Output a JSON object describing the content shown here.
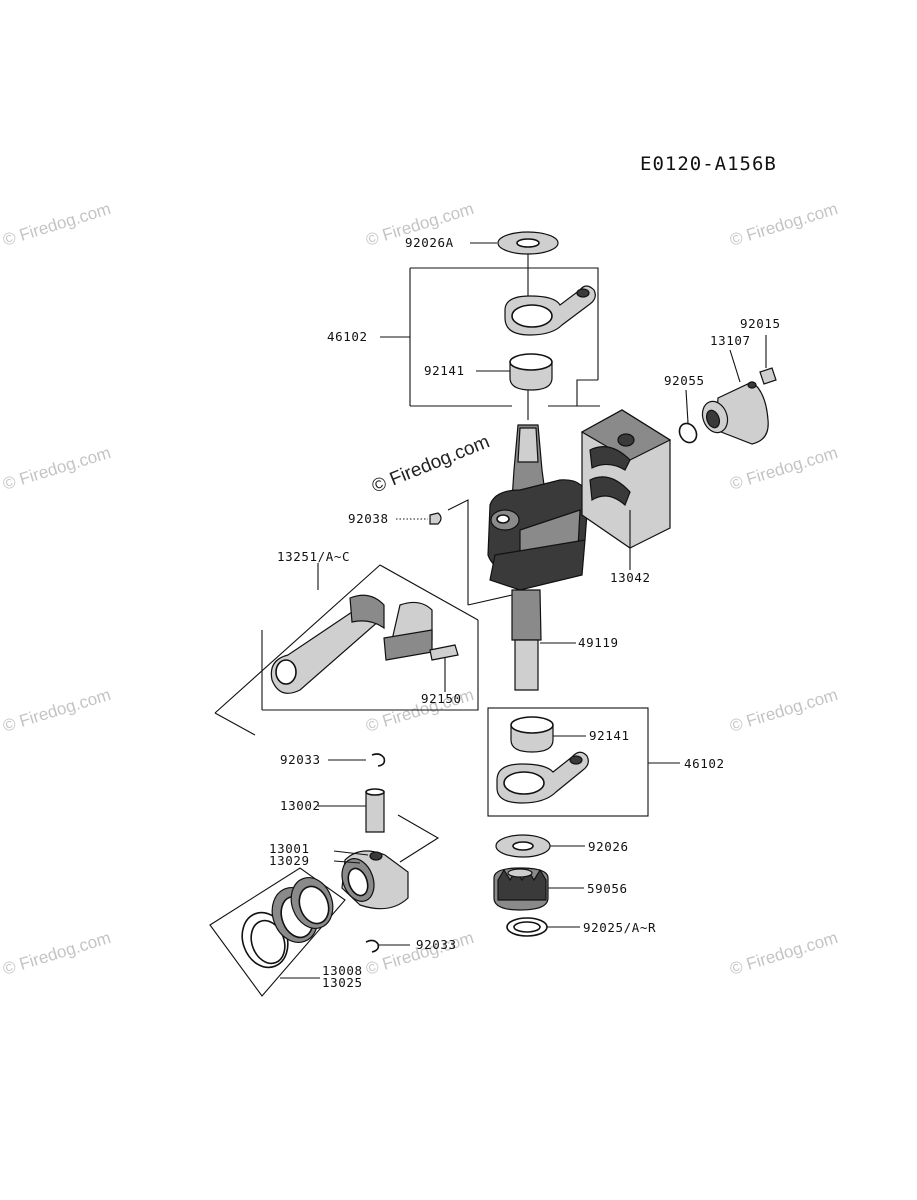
{
  "diagram": {
    "code": "E0120-A156B",
    "watermark": "© Firedog.com",
    "watermark_main": "© Firedog.com",
    "parts": [
      {
        "id": "lbl-92026a",
        "label": "92026A"
      },
      {
        "id": "lbl-46102-top",
        "label": "46102"
      },
      {
        "id": "lbl-92141-top",
        "label": "92141"
      },
      {
        "id": "lbl-92015",
        "label": "92015"
      },
      {
        "id": "lbl-13107",
        "label": "13107"
      },
      {
        "id": "lbl-92055",
        "label": "92055"
      },
      {
        "id": "lbl-92038",
        "label": "92038"
      },
      {
        "id": "lbl-13042",
        "label": "13042"
      },
      {
        "id": "lbl-13251",
        "label": "13251/A~C"
      },
      {
        "id": "lbl-49119",
        "label": "49119"
      },
      {
        "id": "lbl-92150",
        "label": "92150"
      },
      {
        "id": "lbl-92141-bot",
        "label": "92141"
      },
      {
        "id": "lbl-46102-bot",
        "label": "46102"
      },
      {
        "id": "lbl-92033-top",
        "label": "92033"
      },
      {
        "id": "lbl-13002",
        "label": "13002"
      },
      {
        "id": "lbl-92026",
        "label": "92026"
      },
      {
        "id": "lbl-13001",
        "label": "13001"
      },
      {
        "id": "lbl-13029",
        "label": "13029"
      },
      {
        "id": "lbl-59056",
        "label": "59056"
      },
      {
        "id": "lbl-92025",
        "label": "92025/A~R"
      },
      {
        "id": "lbl-92033-bot",
        "label": "92033"
      },
      {
        "id": "lbl-13008",
        "label": "13008"
      },
      {
        "id": "lbl-13025",
        "label": "13025"
      }
    ]
  }
}
